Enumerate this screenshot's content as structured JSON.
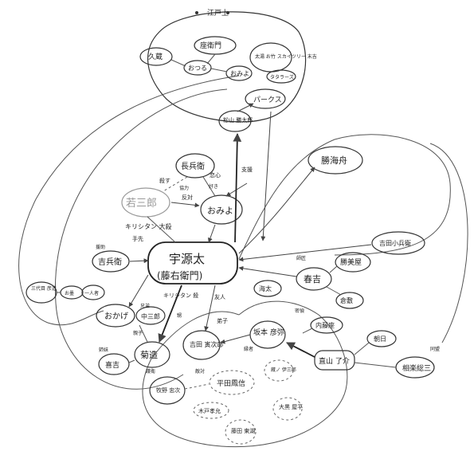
{
  "diagram": {
    "title": "江戸上",
    "top_group": {
      "nodes": {
        "kuzumi": "久蔵",
        "zaemon": "座衛門",
        "otsuru": "おつる",
        "kanda": "太湯 お竹 スカイツリー 末吉",
        "omiyo_top": "おみよ",
        "tatara": "タタラーズ",
        "pax": "パークス"
      }
    },
    "center": {
      "main": "宇源太",
      "sub": "(藤右衛門)"
    },
    "nodes": {
      "choubee": "長兵衛",
      "wakasaburo": "若三郎",
      "omiyo": "おみよ",
      "kiyoshi": "吉兵衛",
      "sanpeiji": "三代目 彦造",
      "ozumi": "お墨",
      "okake": "おかげ",
      "kiyoji": "中三郎",
      "kikuzo": "菊造",
      "kichi": "喜吉",
      "harumachi": "春吉",
      "katsumi": "勝美屋",
      "kaita": "海太",
      "tsubasa": "吉田小兵衛",
      "yoshida": "吉田 寅次郎",
      "sakamoto": "坂本 彦弥",
      "naito": "内藤座",
      "asahi": "朝日",
      "shinzan": "直山 了介",
      "sagara": "相楽総三",
      "hiraga": "平田鳳信",
      "makimura": "牧野 忠次",
      "kimura": "木戸孝允",
      "katsura": "蔵ノ 伊三郎",
      "daikoku": "大黒 屋平",
      "fujita": "藤田 東湖",
      "hitori": "一人者",
      "matsuyama": "松山 勝太郎",
      "kaishu": "勝海舟",
      "kanfuku": "倉敷"
    },
    "edge_labels": {
      "rival": "反対",
      "love": "恋心",
      "kill": "殺す",
      "kirishitan": "キリシタン 大殺",
      "kirishitan2": "キリシタン 殺",
      "friend": "友人",
      "teacher": "師匠",
      "parent": "親子",
      "assist": "協力",
      "student": "弟子",
      "supporter": "支援",
      "brothers": "兄弟",
      "nephew": "甥",
      "ally": "同盟",
      "spy": "密偵",
      "help": "援助",
      "affection": "好き",
      "guard": "護衛",
      "enemy": "敵対",
      "relative": "縁者",
      "agent": "手先",
      "sibling": "姉妹"
    }
  }
}
